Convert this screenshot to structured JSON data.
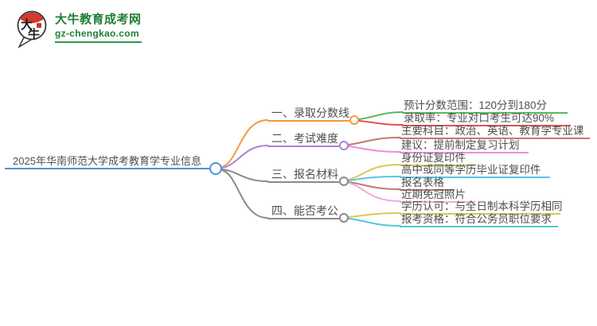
{
  "logo": {
    "site_name": "大牛教育成考网",
    "domain": "gz-chengkao.com",
    "icon_text_top": "大",
    "icon_text_bottom": "牛",
    "brand_color": "#1e7e34",
    "icon_cap_color": "#d23b2e"
  },
  "mindmap": {
    "center": {
      "label": "2025年华南师范大学成考教育学专业信息",
      "color": "#4f93d2"
    },
    "branches": [
      {
        "label": "一、录取分数线",
        "color": "#f59a3c",
        "children": [
          {
            "label": "预计分数范围：120分到180分",
            "color": "#58b858"
          },
          {
            "label": "录取率：专业对口考生可达90%",
            "color": "#e05353"
          }
        ]
      },
      {
        "label": "二、考试难度",
        "color": "#a782d9",
        "children": [
          {
            "label": "主要科目：政治、英语、教育学专业课",
            "color": "#bf7a72"
          },
          {
            "label": "建议：提前制定复习计划",
            "color": "#ec8fd5"
          }
        ]
      },
      {
        "label": "三、报名材料",
        "color": "#8a8a8a",
        "children": [
          {
            "label": "身份证复印件",
            "color": "#d6ca52"
          },
          {
            "label": "高中或同等学历毕业证复印件",
            "color": "#57c5e8"
          },
          {
            "label": "报名表格",
            "color": "#bf7a72"
          },
          {
            "label": "近期免冠照片",
            "color": "#f2abd9"
          }
        ]
      },
      {
        "label": "四、能否考公",
        "color": "#8a8a8a",
        "children": [
          {
            "label": "学历认可：与全日制本科学历相同",
            "color": "#d6ca52"
          },
          {
            "label": "报考资格：符合公务员职位要求",
            "color": "#4fc9d4"
          }
        ]
      }
    ]
  }
}
